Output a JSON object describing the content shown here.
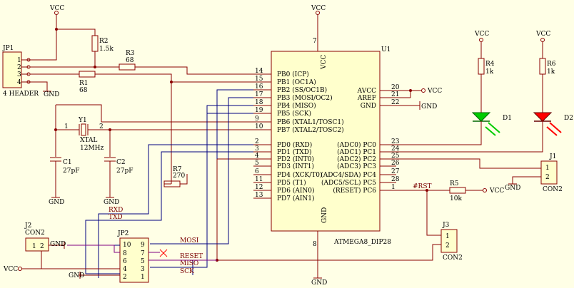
{
  "title": "",
  "net_vcc": "VCC",
  "net_gnd": "GND",
  "jp1": {
    "ref": "JP1",
    "value": "4 HEADER",
    "pins": [
      "1",
      "2",
      "3",
      "4"
    ]
  },
  "r2": {
    "ref": "R2",
    "value": "1.5k"
  },
  "r3": {
    "ref": "R3",
    "value": "68"
  },
  "r1": {
    "ref": "R1",
    "value": "68"
  },
  "y1": {
    "ref": "Y1",
    "value": "XTAL",
    "freq": "12MHz",
    "pin1": "1",
    "pin2": "2"
  },
  "c1": {
    "ref": "C1",
    "value": "27pF"
  },
  "c2": {
    "ref": "C2",
    "value": "27pF"
  },
  "r7": {
    "ref": "R7",
    "value": "270"
  },
  "u1": {
    "ref": "U1",
    "part": "ATMEGA8_DIP28",
    "vcc_label": "VCC",
    "vcc_pin": "7",
    "gnd_label": "GND",
    "gnd_pin": "8",
    "left_pins": [
      {
        "num": "14",
        "name": "PB0 (ICP)"
      },
      {
        "num": "15",
        "name": "PB1 (OC1A)"
      },
      {
        "num": "16",
        "name": "PB2 (SS/OC1B)"
      },
      {
        "num": "17",
        "name": "PB3 (MOSI/OC2)"
      },
      {
        "num": "18",
        "name": "PB4 (MISO)"
      },
      {
        "num": "19",
        "name": "PB5 (SCK)"
      },
      {
        "num": "9",
        "name": "PB6 (XTAL1/TOSC1)"
      },
      {
        "num": "10",
        "name": "PB7 (XTAL2/TOSC2)"
      },
      {
        "num": "2",
        "name": "PD0 (RXD)"
      },
      {
        "num": "3",
        "name": "PD1 (TXD)"
      },
      {
        "num": "4",
        "name": "PD2 (INT0)"
      },
      {
        "num": "5",
        "name": "PD3 (INT1)"
      },
      {
        "num": "6",
        "name": "PD4 (XCK/T0)"
      },
      {
        "num": "11",
        "name": "PD5 (T1)"
      },
      {
        "num": "12",
        "name": "PD6 (AIN0)"
      },
      {
        "num": "13",
        "name": "PD7 (AIN1)"
      }
    ],
    "right_top": [
      {
        "num": "20",
        "name": "AVCC"
      },
      {
        "num": "21",
        "name": "AREF"
      },
      {
        "num": "22",
        "name": "GND"
      }
    ],
    "right_pins": [
      {
        "num": "23",
        "name": "(ADC0) PC0"
      },
      {
        "num": "24",
        "name": "(ADC1) PC1"
      },
      {
        "num": "25",
        "name": "(ADC2) PC2"
      },
      {
        "num": "26",
        "name": "(ADC3) PC3"
      },
      {
        "num": "27",
        "name": "(ADC4/SDA) PC4"
      },
      {
        "num": "28",
        "name": "(ADC5/SCL) PC5"
      },
      {
        "num": "1",
        "name": "(RESET) PC6"
      }
    ]
  },
  "r4": {
    "ref": "R4",
    "value": "1k"
  },
  "r6": {
    "ref": "R6",
    "value": "1k"
  },
  "d1": {
    "ref": "D1",
    "color": "#00cc00"
  },
  "d2": {
    "ref": "D2",
    "color": "#ff0000"
  },
  "j1": {
    "ref": "J1",
    "value": "CON2",
    "pins": [
      "1",
      "2"
    ]
  },
  "j2": {
    "ref": "J2",
    "value": "CON2",
    "pins": [
      "1",
      "2"
    ]
  },
  "j3": {
    "ref": "J3",
    "value": "CON2",
    "pins": [
      "1",
      "2"
    ]
  },
  "r5": {
    "ref": "R5",
    "value": "10k"
  },
  "rst_net": "#RST",
  "jp2": {
    "ref": "JP2",
    "left_pins": [
      "10",
      "8",
      "6",
      "4",
      "2"
    ],
    "right_pins": [
      "9",
      "7",
      "5",
      "3",
      "1"
    ]
  },
  "nets": {
    "rxd": "RXD",
    "txd": "TXD",
    "mosi": "MOSI",
    "reset": "RESET",
    "miso": "MISO",
    "sck": "SCK"
  }
}
